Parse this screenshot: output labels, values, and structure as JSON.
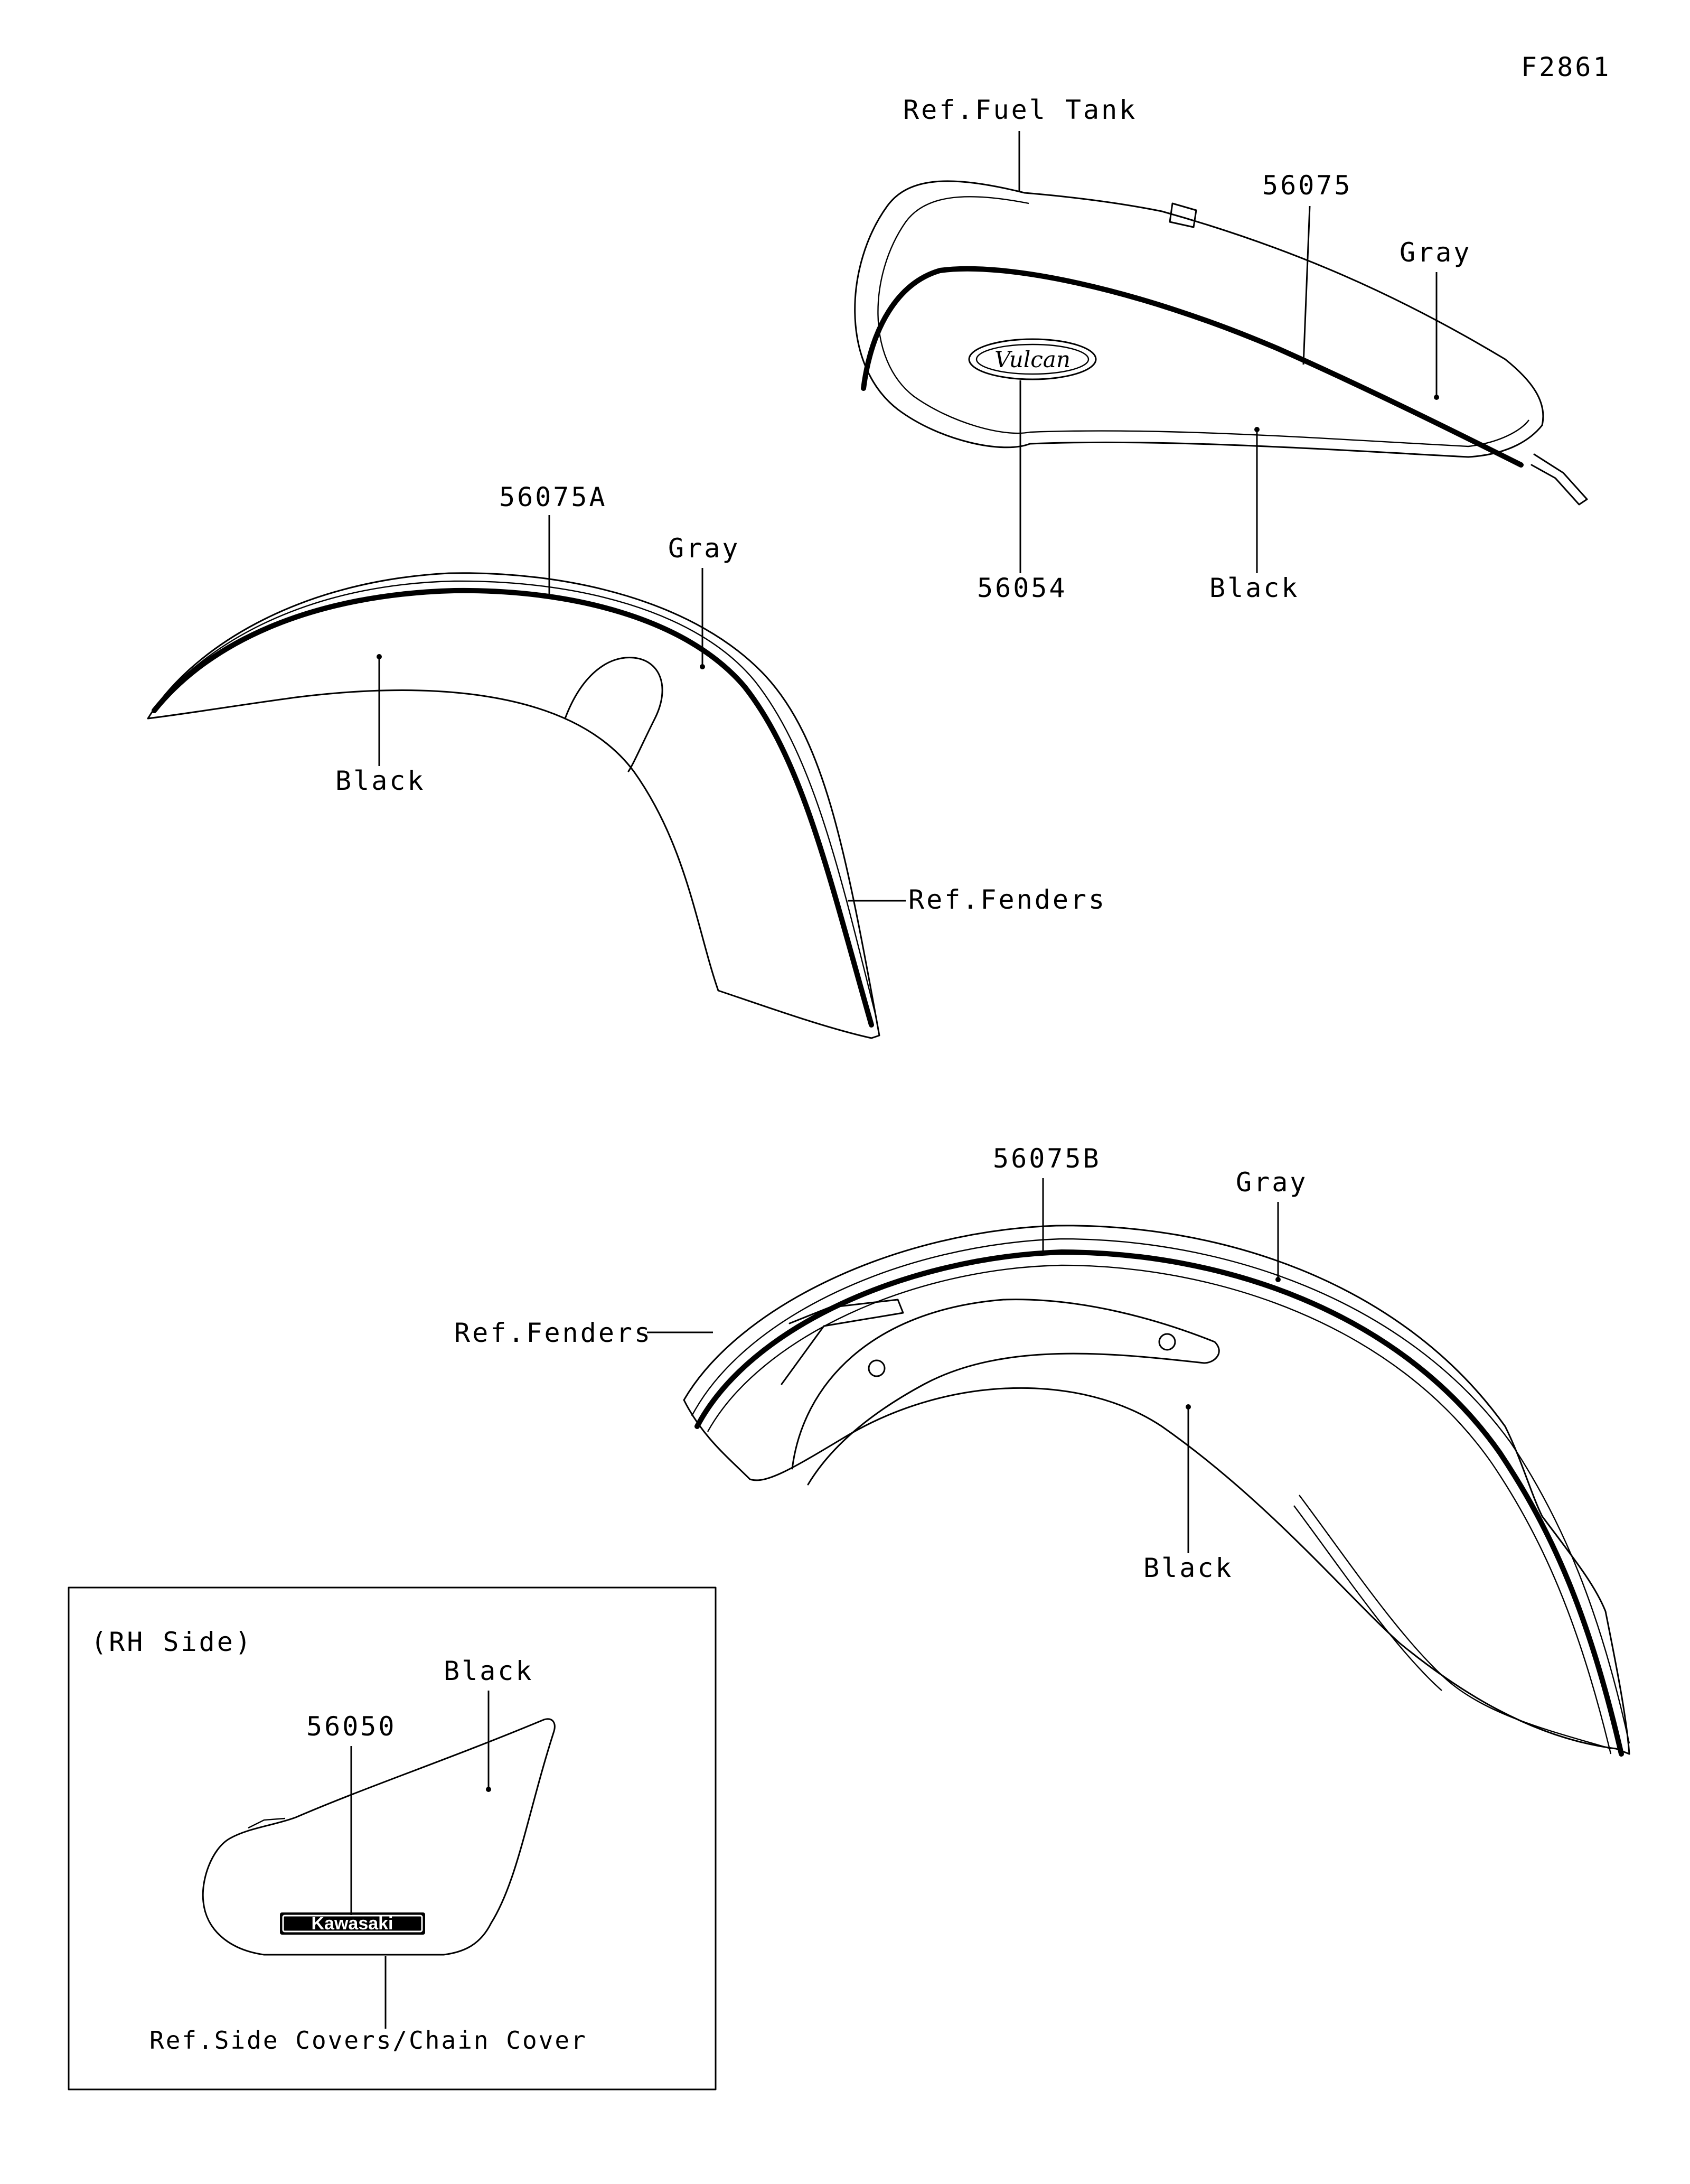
{
  "figure_id": "F2861",
  "fuel_tank": {
    "ref_label": "Ref.Fuel Tank",
    "part_stripe": "56075",
    "color_top": "Gray",
    "part_emblem": "56054",
    "color_bottom": "Black",
    "emblem_logo_text": "Vulcan"
  },
  "front_fender": {
    "part_stripe": "56075A",
    "color_top": "Gray",
    "color_bottom": "Black",
    "ref_label": "Ref.Fenders"
  },
  "rear_fender": {
    "part_stripe": "56075B",
    "color_top": "Gray",
    "ref_label": "Ref.Fenders",
    "color_bottom": "Black"
  },
  "side_cover": {
    "title": "(RH Side)",
    "color": "Black",
    "part_logo": "56050",
    "logo_text": "Kawasaki",
    "ref_label": "Ref.Side Covers/Chain Cover"
  }
}
